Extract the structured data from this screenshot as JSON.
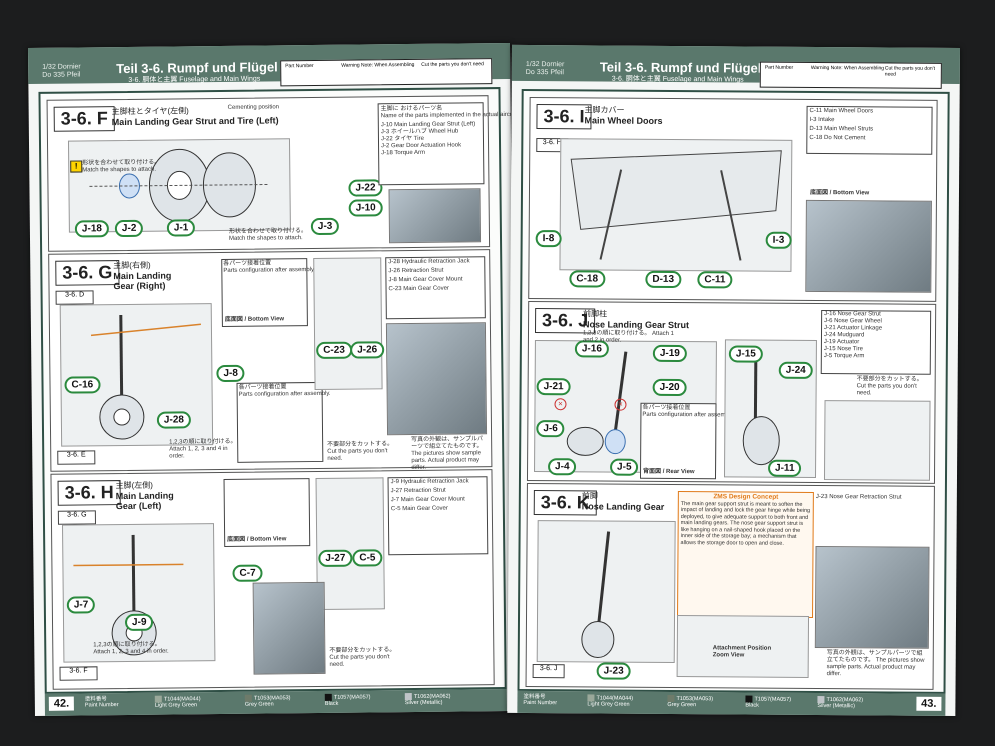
{
  "left_page": {
    "header_model": "1/32 Dornier\nDo 335 Pfeil",
    "header_title": "Teil 3-6. Rumpf und Flügel",
    "header_sub": "3-6. 胴体と主翼   Fuselage and Main Wings",
    "legend_part_no": "Part Number",
    "legend_warn": "Warning Note: When Assembling",
    "legend_cut": "Cut the parts you don't need",
    "page_number": "42.",
    "steps": {
      "f": {
        "no": "3-6. F",
        "jp": "主脚柱とタイヤ(左側)",
        "en": "Main Landing Gear Strut and Tire (Left)",
        "parts": [
          "J-18",
          "J-2",
          "J-1",
          "J-22",
          "J-10",
          "J-3"
        ],
        "note1": "形状を合わせて取り付ける。\nMatch the shapes to attach.",
        "note2": "形状を合わせて取り付ける。\nMatch the shapes to attach.",
        "legend_title": "主脚に おけるパーツ名\nName of the parts implemented in the actual aircraft.",
        "legend_items": [
          "J-10 Main Landing Gear Strut (Left)",
          "J-3 ホイールハブ Wheel Hub",
          "J-22 タイヤ Tire",
          "J-2 Gear Door Actuation Hook",
          "J-18 Torque Arm"
        ],
        "cement": "Cementing position"
      },
      "g": {
        "no": "3-6. G",
        "jp": "主脚(右側)",
        "en": "Main Landing Gear (Right)",
        "sub_d": "3-6. D",
        "sub_e": "3-6. E",
        "parts": [
          "J-8",
          "C-16",
          "J-28",
          "C-23",
          "J-26"
        ],
        "config": "各パーツ接着位置\nParts configuration after assembly.",
        "bottom_view": "底面図 / Bottom View",
        "order_note": "1,2,3の順に取り付ける。\nAttach 1, 2, 3 and 4 in order.",
        "cut_note": "不要部分をカットする。\nCut the parts you don't need.",
        "photo_note": "写真の外観は、サンプルパーツで組立てたものです。\nThe pictures show sample parts. Actual product may differ.",
        "legend_items": [
          "J-28 Hydraulic Retraction Jack",
          "J-26 Retraction Strut",
          "J-8 Main Gear Cover Mount",
          "C-23 Main Gear Cover"
        ]
      },
      "h": {
        "no": "3-6. H",
        "jp": "主脚(左側)",
        "en": "Main Landing Gear (Left)",
        "sub_g": "3-6. G",
        "sub_f": "3-6. F",
        "parts": [
          "C-7",
          "J-7",
          "J-9",
          "J-27",
          "C-5"
        ],
        "bottom_view": "底面図 / Bottom View",
        "order_note": "1,2,3の順に取り付ける。\nAttach 1, 2, 3 and 4 in order.",
        "cut_note": "不要部分をカットする。\nCut the parts you don't need.",
        "legend_items": [
          "J-9 Hydraulic Retraction Jack",
          "J-27 Retraction Strut",
          "J-7 Main Gear Cover Mount",
          "C-5 Main Gear Cover"
        ]
      }
    },
    "paints": [
      {
        "code": "T1044(MA044)",
        "name": "Light Grey Green",
        "color": "#9aa89a"
      },
      {
        "code": "T1053(MA053)",
        "name": "Grey Green",
        "color": "#6e7b6a"
      },
      {
        "code": "T1057(MA057)",
        "name": "Black",
        "color": "#111111"
      },
      {
        "code": "T1062(MA062)",
        "name": "Silver (Metallic)",
        "color": "#c0c4c8"
      }
    ],
    "paint_label": "塗料番号\nPaint Number"
  },
  "right_page": {
    "header_model": "1/32 Dornier\nDo 335 Pfeil",
    "header_title": "Teil 3-6. Rumpf und Flügel",
    "header_sub": "3-6. 胴体と主翼   Fuselage and Main Wings",
    "legend_part_no": "Part Number",
    "legend_warn": "Warning Note: When Assembling",
    "legend_cut": "Cut the parts you don't need",
    "page_number": "43.",
    "steps": {
      "i": {
        "no": "3-6. I",
        "jp": "主脚カバー",
        "en": "Main Wheel Doors",
        "sub_h": "3-6. H",
        "parts": [
          "I-8",
          "C-18",
          "D-13",
          "C-11",
          "I-3"
        ],
        "bottom_view": "底面図 / Bottom View",
        "legend_items": [
          "C-11 Main Wheel Doors",
          "I-3 Intake",
          "D-13 Main Wheel Struts",
          "C-18 Do Not Cement"
        ]
      },
      "j": {
        "no": "3-6. J",
        "jp": "前脚柱",
        "en": "Nose Landing Gear Strut",
        "parts": [
          "J-16",
          "J-19",
          "J-21",
          "J-20",
          "J-6",
          "J-4",
          "J-5",
          "J-15",
          "J-24",
          "J-11"
        ],
        "config": "各パーツ接着位置\nParts configuration after assembly.",
        "rear_view": "背面図 / Rear View",
        "order_note": "1,2,3の順に取り付ける。\nAttach 1 and 2 in order.",
        "legend_items": [
          "J-16 Nose Gear Strut",
          "J-6 Nose Gear Wheel",
          "J-21 Actuator Linkage",
          "J-24 Mudguard",
          "J-19 Actuator",
          "J-15 Nose Tire",
          "J-5 Torque Arm"
        ],
        "cut_note": "不要部分をカットする。\nCut the parts you don't need."
      },
      "k": {
        "no": "3-6. K",
        "jp": "前脚",
        "en": "Nose Landing Gear",
        "sub_j": "3-6. J",
        "parts": [
          "J-23"
        ],
        "concept_title": "ZMS Design Concept",
        "concept_text": "The main gear support strut is meant to soften the impact of landing and lock the gear hinge while being deployed, to give adequate support to both front and main landing gears. The nose gear support strut is like hanging on a nail-shaped hook placed on the inner side of the storage bay; a mechanism that allows the storage door to open and close.",
        "zoom_label": "Attachment Position\nZoom View",
        "legend_item": "J-23 Nose Gear Retraction Strut",
        "photo_note": "写真の外観は、サンプルパーツで組立てたものです。\nThe pictures show sample parts. Actual product may differ."
      }
    },
    "paints": [
      {
        "code": "T1044(MA044)",
        "name": "Light Grey Green",
        "color": "#9aa89a"
      },
      {
        "code": "T1053(MA053)",
        "name": "Grey Green",
        "color": "#6e7b6a"
      },
      {
        "code": "T1057(MA057)",
        "name": "Black",
        "color": "#111111"
      },
      {
        "code": "T1062(MA062)",
        "name": "Silver (Metallic)",
        "color": "#c0c4c8"
      }
    ],
    "paint_label": "塗料番号\nPaint Number"
  },
  "colors": {
    "accent": "#5a786c",
    "part_ring": "#2b8a3e",
    "concept": "#e07a1a"
  }
}
